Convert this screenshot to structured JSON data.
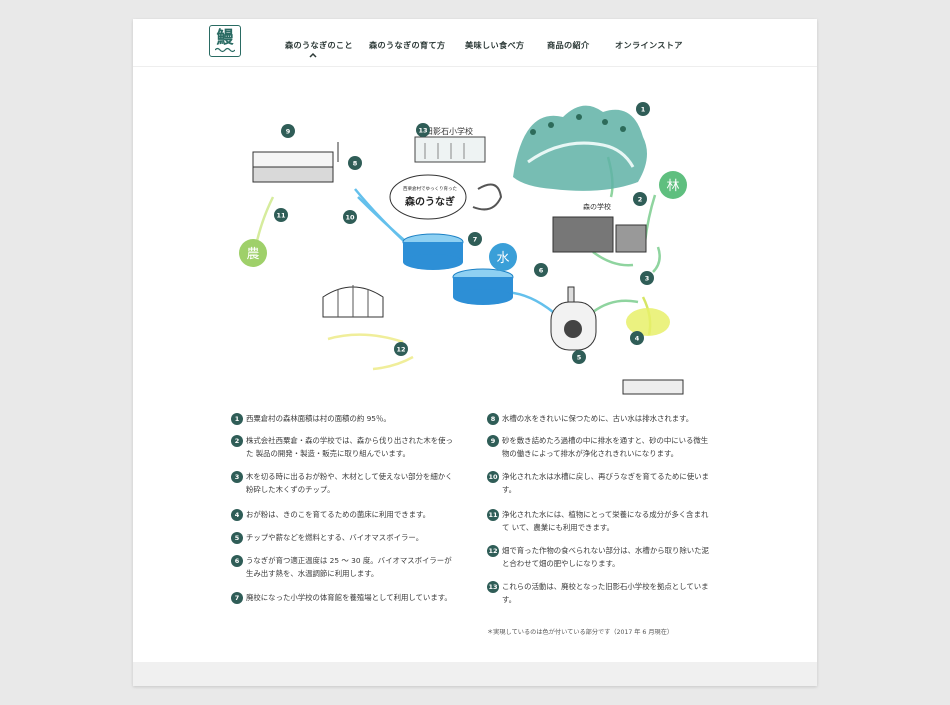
{
  "logo": {
    "glyph": "鰻"
  },
  "nav": [
    {
      "label": "森のうなぎのこと"
    },
    {
      "label": "森のうなぎの育て方"
    },
    {
      "label": "美味しい食べ方"
    },
    {
      "label": "商品の紹介"
    },
    {
      "label": "オンラインストア"
    }
  ],
  "diagram": {
    "badges": {
      "forest": "林",
      "water": "水",
      "farm": "農"
    },
    "bubble_small": "西栗倉村でゆっくり育った",
    "bubble_big": "森のうなぎ",
    "school_sign": "旧影石小学校",
    "mori_sign": "森の学校",
    "numbers": [
      "1",
      "2",
      "3",
      "4",
      "5",
      "6",
      "7",
      "8",
      "9",
      "10",
      "11",
      "12",
      "13"
    ]
  },
  "left_items": [
    {
      "num": "1",
      "text": "西粟倉村の森林面積は村の面積の約 95％。"
    },
    {
      "num": "2",
      "text": "株式会社西粟倉・森の学校では、森から伐り出された木を使った 製品の開発・製造・販売に取り組んでいます。"
    },
    {
      "num": "3",
      "text": "木を切る時に出るおが粉や、木材として使えない部分を細かく粉砕した木くずのチップ。"
    },
    {
      "num": "4",
      "text": "おが粉は、きのこを育てるための菌床に利用できます。"
    },
    {
      "num": "5",
      "text": "チップや薪などを燃料とする、バイオマスボイラー。"
    },
    {
      "num": "6",
      "text": "うなぎが育つ適正温度は 25 〜 30 度。バイオマスボイラーが 生み出す熱を、水温調節に利用します。"
    },
    {
      "num": "7",
      "text": "廃校になった小学校の体育館を養殖場として利用しています。"
    }
  ],
  "right_items": [
    {
      "num": "8",
      "text": "水槽の水をきれいに保つために、古い水は排水されます。"
    },
    {
      "num": "9",
      "text": "砂を敷き詰めたろ過槽の中に排水を通すと、砂の中にいる微生 物の働きによって排水が浄化されきれいになります。"
    },
    {
      "num": "10",
      "text": "浄化された水は水槽に戻し、再びうなぎを育てるために使います。"
    },
    {
      "num": "11",
      "text": "浄化された水には、植物にとって栄養になる成分が多く含まれて いて、農業にも利用できます。"
    },
    {
      "num": "12",
      "text": "畑で育った作物の食べられない部分は、水槽から取り除いた泥 と合わせて畑の肥やしになります。"
    },
    {
      "num": "13",
      "text": "これらの活動は、廃校となった旧影石小学校を拠点としています。"
    }
  ],
  "note": "＊実現しているのは色が付いている部分です（2017 年 6 月現在）",
  "colors": {
    "accent": "#2f5d57",
    "water": "#3a9fd8",
    "forest": "#5fbf7f",
    "light": "#d8e64a"
  }
}
